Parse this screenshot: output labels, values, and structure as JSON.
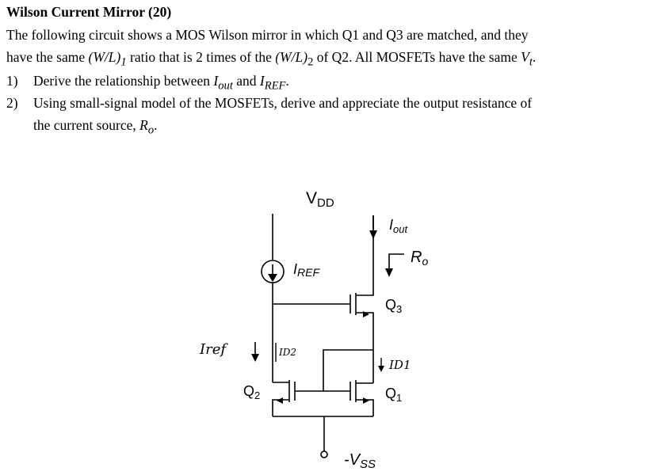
{
  "question": {
    "title": "Wilson Current Mirror (20)",
    "intro_line1": "The following circuit shows a MOS Wilson mirror in which Q1 and Q3 are matched, and they",
    "intro_line2": {
      "a": "have the same ",
      "b": "(W/L)",
      "c": "1",
      "d": " ratio that is 2 times of the ",
      "e": "(W/L)",
      "f": "2",
      "g": " of Q2. All MOSFETs have the same ",
      "h": "V",
      "i": "t",
      "j": "."
    },
    "item1": {
      "num": "1)",
      "a": "Derive the relationship between ",
      "b": "I",
      "c": "out",
      "d": " and ",
      "e": "I",
      "f": "REF",
      "g": "."
    },
    "item2": {
      "num": "2)",
      "line1": "Using small-signal model of the MOSFETs, derive and appreciate the output resistance of",
      "line2a": "the current source, ",
      "line2b": "R",
      "line2c": "o",
      "line2d": "."
    }
  },
  "circuit": {
    "vdd": "V",
    "vdd_sub": "DD",
    "vss": "-V",
    "vss_sub": "SS",
    "iref": "I",
    "iref_sub": "REF",
    "iout": "I",
    "iout_sub": "out",
    "ro": "R",
    "ro_sub": "o",
    "q1": "Q",
    "q1_sub": "1",
    "q2": "Q",
    "q2_sub": "2",
    "q3": "Q",
    "q3_sub": "3"
  },
  "handwritten": {
    "iref_note": "Iref",
    "id2_note": "ID2",
    "id1_note": "ID1"
  }
}
